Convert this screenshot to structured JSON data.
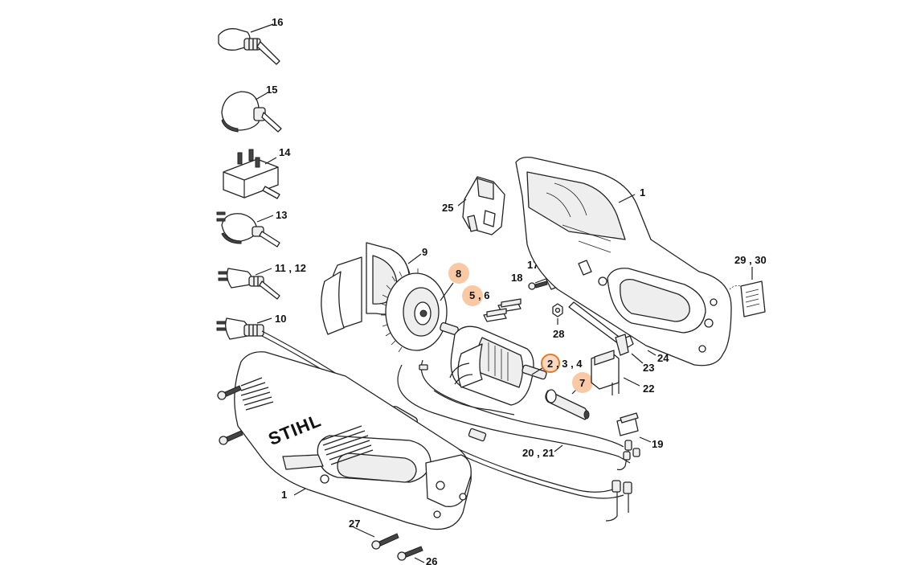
{
  "brand": {
    "logo_text": "STIHL",
    "highlight_color": "#f9c9a6",
    "selected_ring_color": "#e07a2e"
  },
  "labels": {
    "p16": "16",
    "p15": "15",
    "p14": "14",
    "p13": "13",
    "p11_12": "11 , 12",
    "p10": "10",
    "p9": "9",
    "p8": "8",
    "p5": "5",
    "p6": ", 6",
    "p25": "25",
    "p1_top": "1",
    "p17": "17",
    "p18": "18",
    "p28": "28",
    "p29_30": "29 , 30",
    "p24": "24",
    "p2": "2",
    "p3_4": ", 3 , 4",
    "p23": "23",
    "p7": "7",
    "p22": "22",
    "p19": "19",
    "p20_21": "20 , 21",
    "p1_bottom": "1",
    "p27": "27",
    "p26": "26"
  }
}
